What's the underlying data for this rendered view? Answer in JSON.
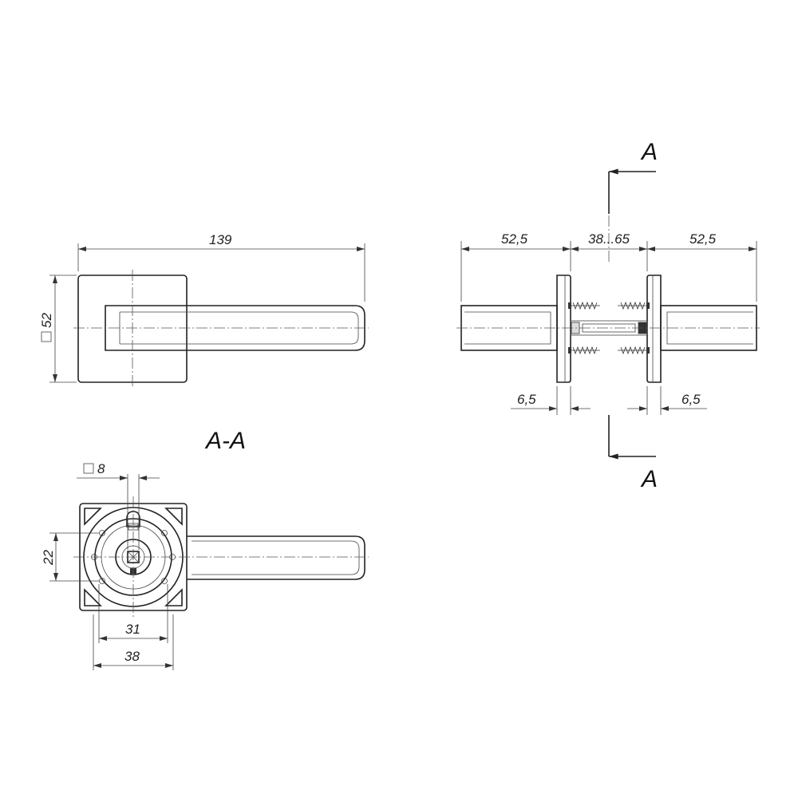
{
  "front_view": {
    "dim_length": "139",
    "dim_rose": "52",
    "square_symbol": "□"
  },
  "side_view": {
    "dim_left": "52,5",
    "dim_middle": "38...65",
    "dim_right": "52,5",
    "dim_rose_left": "6,5",
    "dim_rose_right": "6,5",
    "section_top": "A",
    "section_bottom": "A"
  },
  "section_view": {
    "title": "A-A",
    "dim_spindle": "8",
    "square_symbol": "□",
    "dim_height": "22",
    "dim_31": "31",
    "dim_38": "38"
  }
}
